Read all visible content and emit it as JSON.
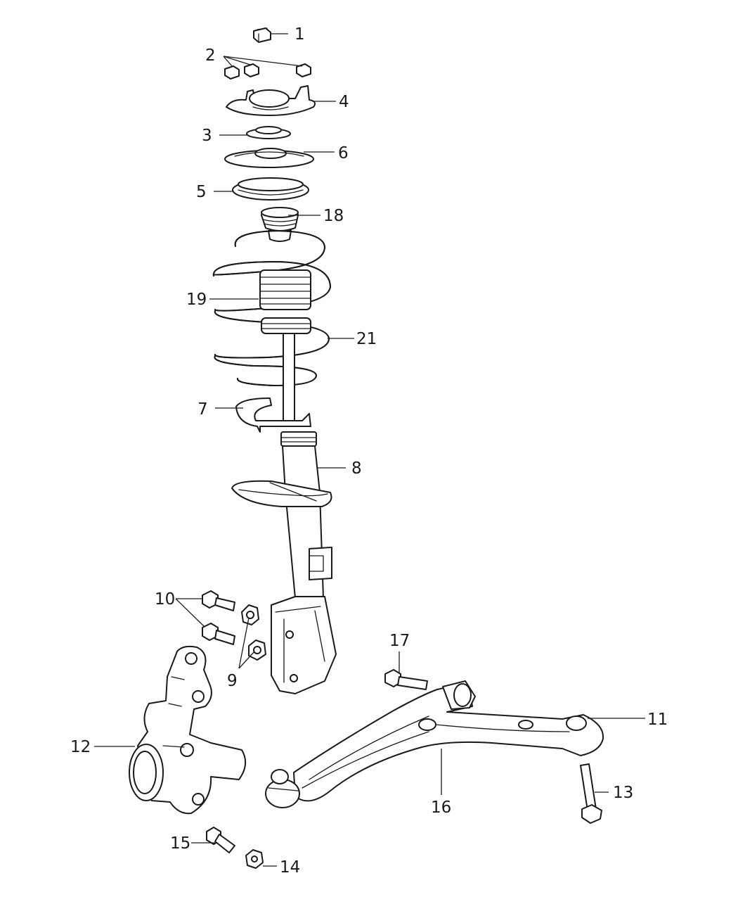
{
  "callouts": [
    {
      "label": "1"
    },
    {
      "label": "2"
    },
    {
      "label": "3"
    },
    {
      "label": "4"
    },
    {
      "label": "5"
    },
    {
      "label": "6"
    },
    {
      "label": "7"
    },
    {
      "label": "8"
    },
    {
      "label": "9"
    },
    {
      "label": "10"
    },
    {
      "label": "11"
    },
    {
      "label": "12"
    },
    {
      "label": "13"
    },
    {
      "label": "14"
    },
    {
      "label": "15"
    },
    {
      "label": "16"
    },
    {
      "label": "17"
    },
    {
      "label": "18"
    },
    {
      "label": "19"
    },
    {
      "label": "21"
    }
  ]
}
